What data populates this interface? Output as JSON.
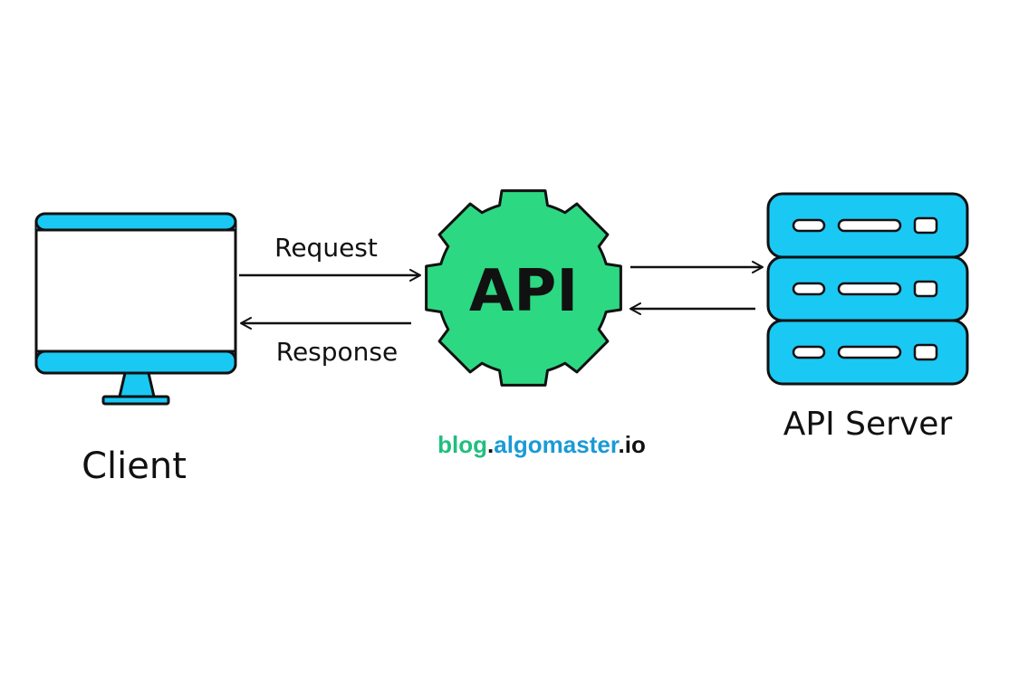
{
  "nodes": {
    "client": {
      "label": "Client",
      "icon": "monitor-icon"
    },
    "api": {
      "label": "API",
      "icon": "gear-icon"
    },
    "server": {
      "label": "API Server",
      "icon": "server-rack-icon"
    }
  },
  "edges": {
    "request": {
      "label": "Request"
    },
    "response": {
      "label": "Response"
    }
  },
  "watermark": {
    "part1": "blog",
    "dot1": ".",
    "part2": "algomaster",
    "dot2": ".",
    "part3": "io"
  },
  "colors": {
    "monitor_blue": "#1ac8f4",
    "gear_green": "#2dd882",
    "server_blue": "#1ac8f4",
    "watermark_green": "#1fbf7f",
    "watermark_blue": "#1a9ad6",
    "stroke": "#111111"
  }
}
